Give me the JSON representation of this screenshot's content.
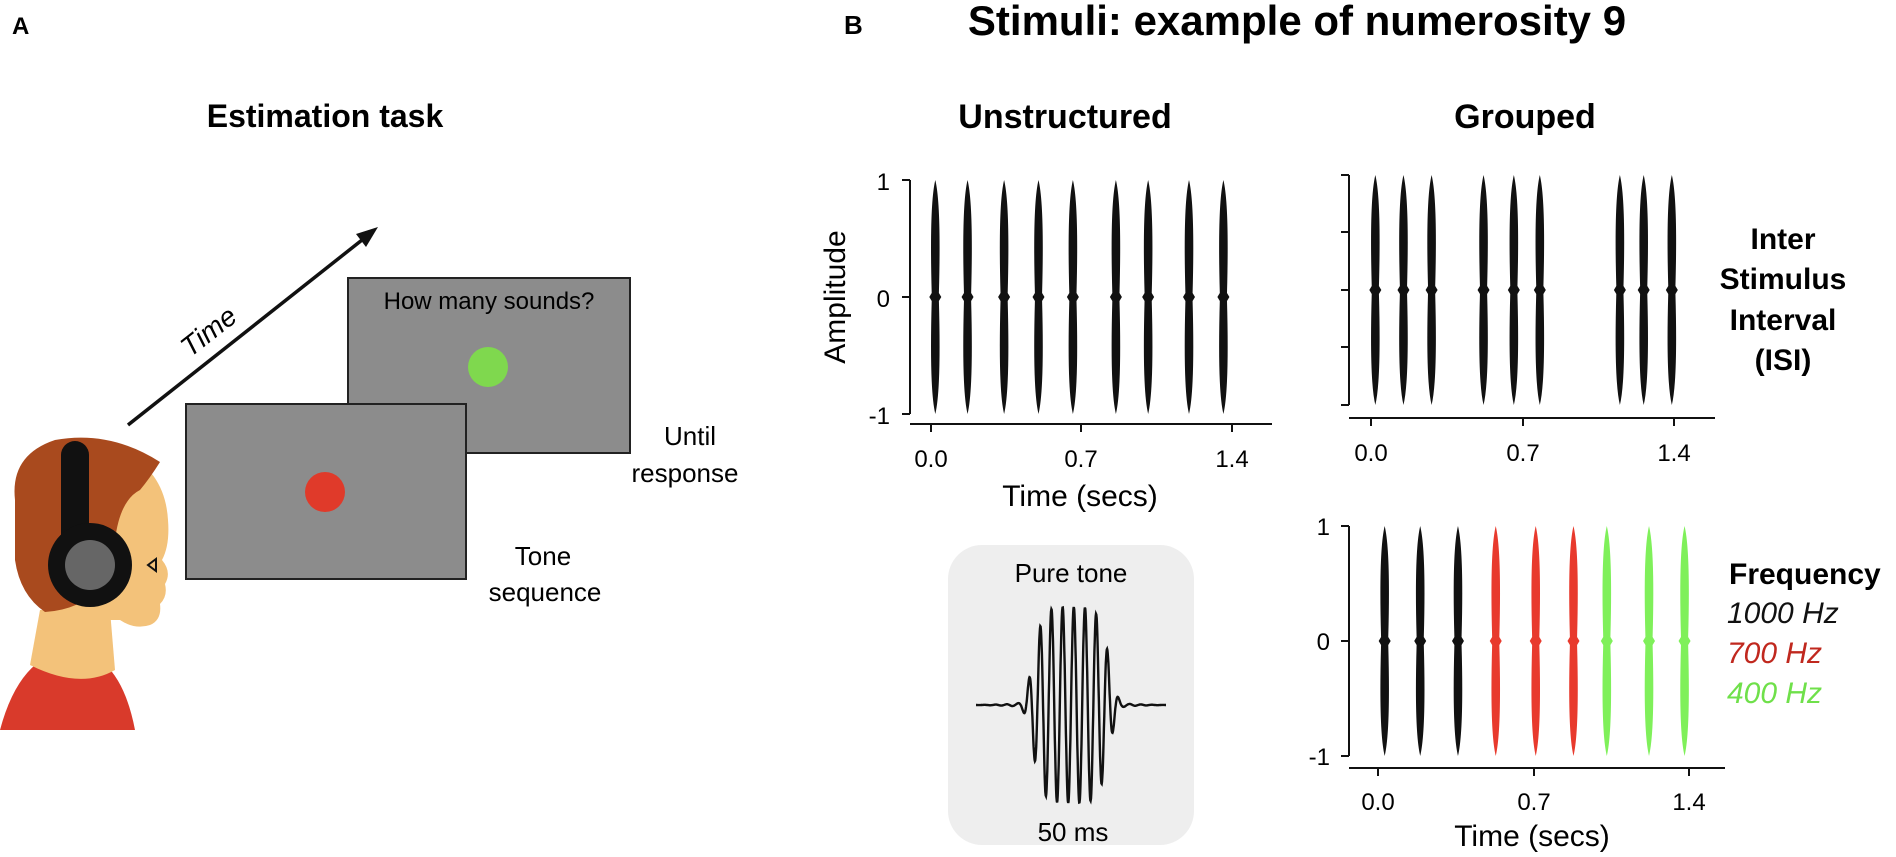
{
  "panel_a": {
    "letter": "A",
    "title": "Estimation task",
    "time_label": "Time",
    "back_screen_text": "How many sounds?",
    "back_screen_caption": [
      "Until",
      "response"
    ],
    "front_screen_caption": [
      "Tone",
      "sequence"
    ],
    "colors": {
      "screen": "#8c8c8c",
      "dot_green": "#7fd84e",
      "dot_red": "#e03a2a",
      "hair": "#a94a1e",
      "skin": "#f3c27a",
      "shirt": "#d93a2b",
      "headphone": "#111111"
    }
  },
  "panel_b": {
    "letter": "B",
    "title": "Stimuli: example of numerosity 9",
    "col_unstructured": "Unstructured",
    "col_grouped": "Grouped",
    "isi_label": [
      "Inter",
      "Stimulus",
      "Interval",
      "(ISI)"
    ],
    "pure_tone": {
      "title": "Pure tone",
      "duration": "50 ms"
    },
    "frequency": {
      "title": "Frequency",
      "entries": [
        {
          "label": "1000 Hz",
          "color": "#111111"
        },
        {
          "label": "700 Hz",
          "color": "#c0281e"
        },
        {
          "label": "400 Hz",
          "color": "#6fe04a"
        }
      ]
    }
  },
  "chart_data": [
    {
      "type": "line",
      "name_in_figure": "Unstructured",
      "ylabel": "Amplitude",
      "xlabel": "Time (secs)",
      "ylim": [
        -1,
        1
      ],
      "xlim": [
        -0.05,
        1.55
      ],
      "xticks": [
        "0.0",
        "0.7",
        "1.4"
      ],
      "yticks": [
        "1",
        "0",
        "-1"
      ],
      "tone_onsets": [
        0.02,
        0.17,
        0.34,
        0.5,
        0.66,
        0.86,
        1.01,
        1.2,
        1.36
      ],
      "tone_color": "#111111"
    },
    {
      "type": "line",
      "name_in_figure": "Grouped",
      "ylim": [
        -1,
        1
      ],
      "xlim": [
        -0.05,
        1.55
      ],
      "xticks": [
        "0.0",
        "0.7",
        "1.4"
      ],
      "tone_onsets": [
        0.02,
        0.15,
        0.28,
        0.52,
        0.66,
        0.78,
        1.15,
        1.26,
        1.39
      ],
      "tone_color": "#111111"
    },
    {
      "type": "line",
      "name_in_figure": "Frequency",
      "xlabel": "Time (secs)",
      "ylim": [
        -1,
        1
      ],
      "xlim": [
        -0.05,
        1.55
      ],
      "xticks": [
        "0.0",
        "0.7",
        "1.4"
      ],
      "yticks": [
        "1",
        "0",
        "-1"
      ],
      "tone_onsets": [
        0.03,
        0.19,
        0.36,
        0.53,
        0.71,
        0.88,
        1.03,
        1.22,
        1.38
      ],
      "tone_colors": [
        "#111111",
        "#111111",
        "#111111",
        "#e83a2d",
        "#e83a2d",
        "#e83a2d",
        "#7ff05a",
        "#7ff05a",
        "#7ff05a"
      ]
    }
  ]
}
